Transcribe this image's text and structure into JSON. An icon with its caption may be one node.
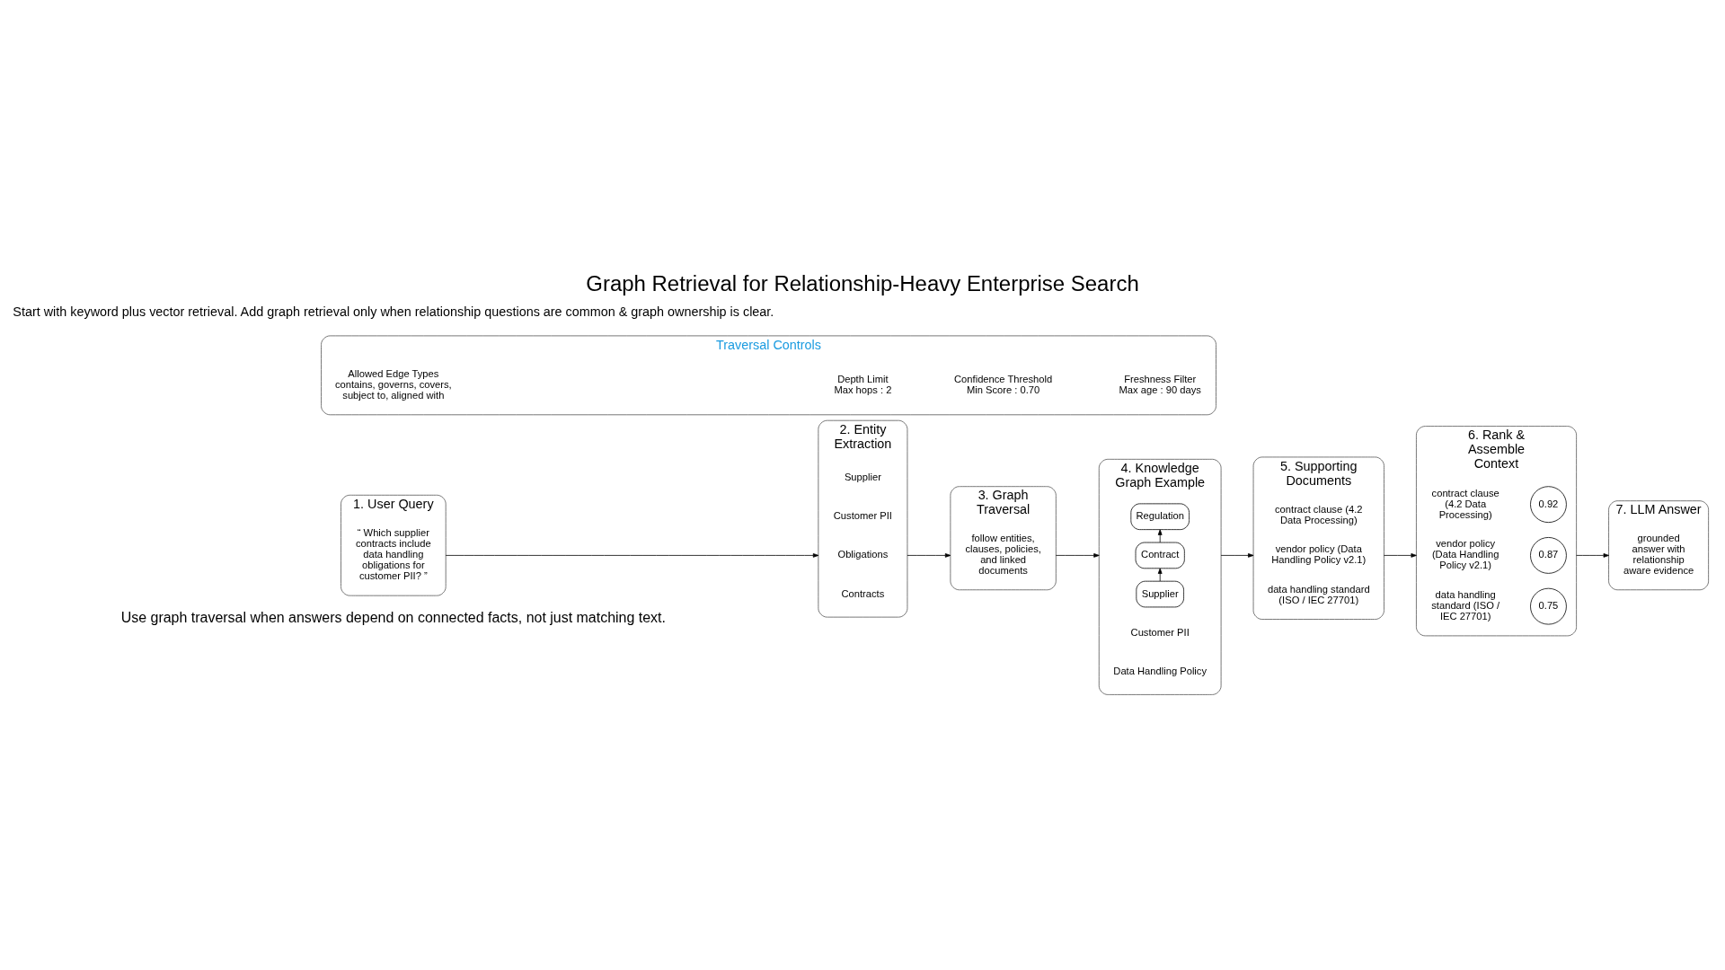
{
  "diagram": {
    "title": "Graph Retrieval for Relationship-Heavy Enterprise Search",
    "nodes": [
      {
        "text": [
          "1. User Query"
        ]
      },
      {
        "text": [
          "“ Which supplier contracts include data handling obligations for customer PII? ”"
        ],
        "in": 0
      },
      {
        "text": [
          "2. Entity Extraction"
        ]
      },
      {
        "text": [
          "Supplier"
        ],
        "in": 2
      },
      {
        "text": [
          "Customer PII"
        ],
        "in": 2
      },
      {
        "text": [
          "Obligations"
        ],
        "in": 2
      },
      {
        "text": [
          "Contracts"
        ],
        "in": 2
      },
      {
        "text": [
          "3. Graph Traversal"
        ]
      },
      {
        "text": [
          "follow entities, clauses, policies, and linked documents"
        ],
        "in": 7
      },
      {
        "text": [
          "4. Knowledge Graph Example"
        ]
      },
      {
        "text": [
          "Supplier"
        ],
        "in": 9
      },
      {
        "text": [
          "Contract"
        ],
        "in": 9
      },
      {
        "text": [
          "Regulation"
        ],
        "in": 9
      },
      {
        "text": [
          "5. Supporting Documents"
        ]
      },
      {
        "text": [
          "contract clause (4.2 Data Processing)"
        ],
        "in": 13
      },
      {
        "text": [
          "vendor policy (Data Handling Policy v2.1)"
        ],
        "in": 13
      },
      {
        "text": [
          "data handling standard (ISO / IEC 27701)"
        ],
        "in": 13
      },
      {
        "text": [
          "6. Rank & Assemble Context"
        ]
      },
      {
        "text": [
          "contract clause (4.2 Data Processing)"
        ],
        "in": 17
      },
      {
        "text": [
          "0.92"
        ],
        "in": 17
      },
      {
        "text": [
          "vendor policy (Data Handling Policy v2.1)"
        ],
        "in": 17
      },
      {
        "text": [
          "0.87"
        ],
        "in": 17
      },
      {
        "text": [
          "data handling standard (ISO / IEC 27701)"
        ],
        "in": 17
      },
      {
        "text": [
          "0.75"
        ],
        "in": 17
      },
      {
        "text": [
          "7. LLM Answer"
        ]
      },
      {
        "text": [
          "grounded answer with relationship aware evidence"
        ],
        "in": 24
      },
      {
        "text": [
          "Traversal Controls"
        ]
      },
      {
        "text": [
          "Allowed Edge Types",
          "contains, governs, covers, subject to, aligned with"
        ],
        "in": 26
      },
      {
        "text": [
          "Depth Limit",
          "Max hops : 2"
        ],
        "in": 26
      },
      {
        "text": [
          "Confidence Threshold",
          "Min Score : 0.70"
        ],
        "in": 26
      },
      {
        "text": [
          "Freshness Filter",
          "Max age : 90 days"
        ],
        "in": 26
      }
    ],
    "edges": [
      {
        "from": 0,
        "to": 2,
        "arrow": "to"
      },
      {
        "from": 2,
        "to": 7,
        "arrow": "to"
      },
      {
        "from": 7,
        "to": 9,
        "arrow": "to"
      },
      {
        "from": 10,
        "to": 11,
        "arrow": "to"
      },
      {
        "from": 11,
        "to": 12,
        "arrow": "to"
      },
      {
        "from": 9,
        "to": 13,
        "arrow": "to"
      },
      {
        "from": 13,
        "to": 17,
        "arrow": "to"
      },
      {
        "from": 17,
        "to": 24,
        "arrow": "to"
      }
    ],
    "labels": [
      "Use graph traversal when answers depend on connected facts, not just matching text.",
      "Customer PII",
      "Data Handling Policy",
      "Start with keyword plus vector retrieval. Add graph retrieval only when relationship questions are common & graph ownership is clear."
    ]
  }
}
